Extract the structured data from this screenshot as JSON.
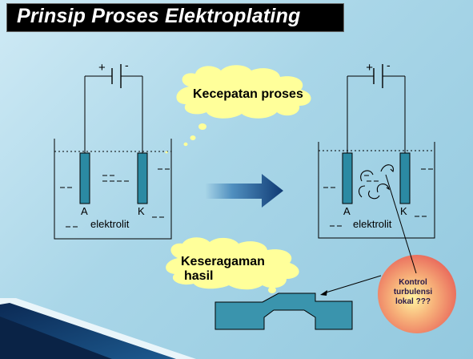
{
  "title": "Prinsip Proses Elektroplating",
  "cells": [
    {
      "plus": "+",
      "minus": "-",
      "anode": "A",
      "cathode": "K",
      "electrolyte": "elektrolit"
    },
    {
      "plus": "+",
      "minus": "-",
      "anode": "A",
      "cathode": "K",
      "electrolyte": "elektrolit"
    }
  ],
  "clouds": {
    "speed": "Kecepatan proses",
    "uniformity_line1": "Keseragaman",
    "uniformity_line2": "hasil"
  },
  "control_ball": {
    "line1": "Kontrol",
    "line2": "turbulensi",
    "line3": "lokal ???"
  },
  "colors": {
    "electrode": "#2b8aa3",
    "workpiece": "#3a94ad",
    "arrow": "#1b4f86",
    "cloud": "#ffff9a",
    "ball": "#f08a6a",
    "banner": "#000000"
  }
}
